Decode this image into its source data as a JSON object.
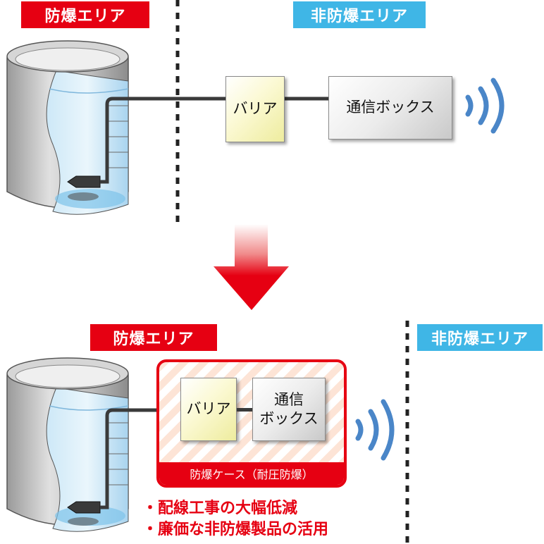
{
  "top": {
    "zone_hazard": "防爆エリア",
    "zone_safe": "非防爆エリア",
    "barrier": "バリア",
    "comm_box": "通信ボックス"
  },
  "bottom": {
    "zone_hazard": "防爆エリア",
    "zone_safe": "非防爆エリア",
    "barrier": "バリア",
    "comm_line1": "通信",
    "comm_line2": "ボックス",
    "case_label": "防爆ケース（耐圧防爆）",
    "benefits": [
      "・配線工事の大幅低減",
      "・廉価な非防爆製品の活用"
    ]
  },
  "colors": {
    "hazard_red": "#e60012",
    "safe_blue": "#3fb6e6",
    "signal_blue": "#4a86c8",
    "arrow_red": "#e60012"
  },
  "icons": [
    "tank-icon",
    "level-sensor-icon",
    "wireless-signal-icon",
    "down-arrow-icon"
  ]
}
